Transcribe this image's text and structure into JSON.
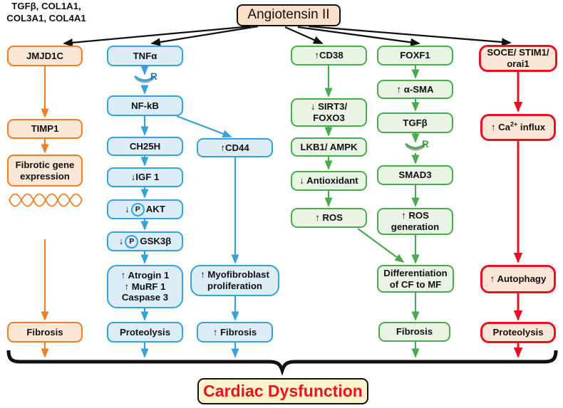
{
  "title": "Angiotensin II",
  "footer": {
    "label": "Cardiac Dysfunction"
  },
  "colors": {
    "orange_border": "#F07E26",
    "orange_fill": "#FCE7D5",
    "blue_border": "#35A2DA",
    "blue_fill": "#DCEDF8",
    "green_border": "#47AD4B",
    "green_fill": "#E9F4E4",
    "red_border": "#E81123",
    "red_fill": "#FCE6D8",
    "banner_fill": "#FBDFC9",
    "footer_fill": "#FCF3CE",
    "footer_text": "#E8131D",
    "arrow_black": "#111111"
  },
  "columns": {
    "orange": {
      "header": "JMJD1C",
      "timp1": "TIMP1",
      "fibrotic": "Fibrotic gene\nexpression",
      "genes": "TGFβ, COL1A1,\nCOL3A1, COL4A1",
      "fibrosis": "Fibrosis"
    },
    "blue": {
      "header": "TNFα",
      "receptor": "R",
      "nfkb": "NF-kB",
      "ch25h": "CH25H",
      "igf": "↓IGF 1",
      "akt_down": "↓",
      "akt_p": "P",
      "akt_label": "AKT",
      "gsk_down": "↓",
      "gsk_p": "P",
      "gsk_label": "GSK3β",
      "atrogin": "↑ Atrogin 1\n↑ MuRF 1\nCaspase 3",
      "proteolysis": "Proteolysis",
      "cd44": "↑CD44",
      "myofibroblast": "↑ Myofibroblast\nproliferation",
      "fibrosis": "↑ Fibrosis"
    },
    "green1": {
      "header": "↑CD38",
      "sirt3": "↓ SIRT3/\nFOXO3",
      "lkb1": "LKB1/ AMPK",
      "antioxidant": "↓ Antioxidant",
      "ros": "↑ ROS"
    },
    "green2": {
      "header": "FOXF1",
      "asma": "↑ α-SMA",
      "tgfb": "TGFβ",
      "receptor": "R",
      "smad3": "SMAD3",
      "ros_generation": "↑ ROS\ngeneration",
      "differentiation": "Differentiation\nof CF to MF",
      "fibrosis": "Fibrosis"
    },
    "red": {
      "header": "SOCE/ STIM1/\norai1",
      "ca_pre": "↑ Ca",
      "ca_sup": "2+",
      "ca_post": " influx",
      "autophagy": "↑ Autophagy",
      "proteolysis": "Proteolysis"
    }
  }
}
